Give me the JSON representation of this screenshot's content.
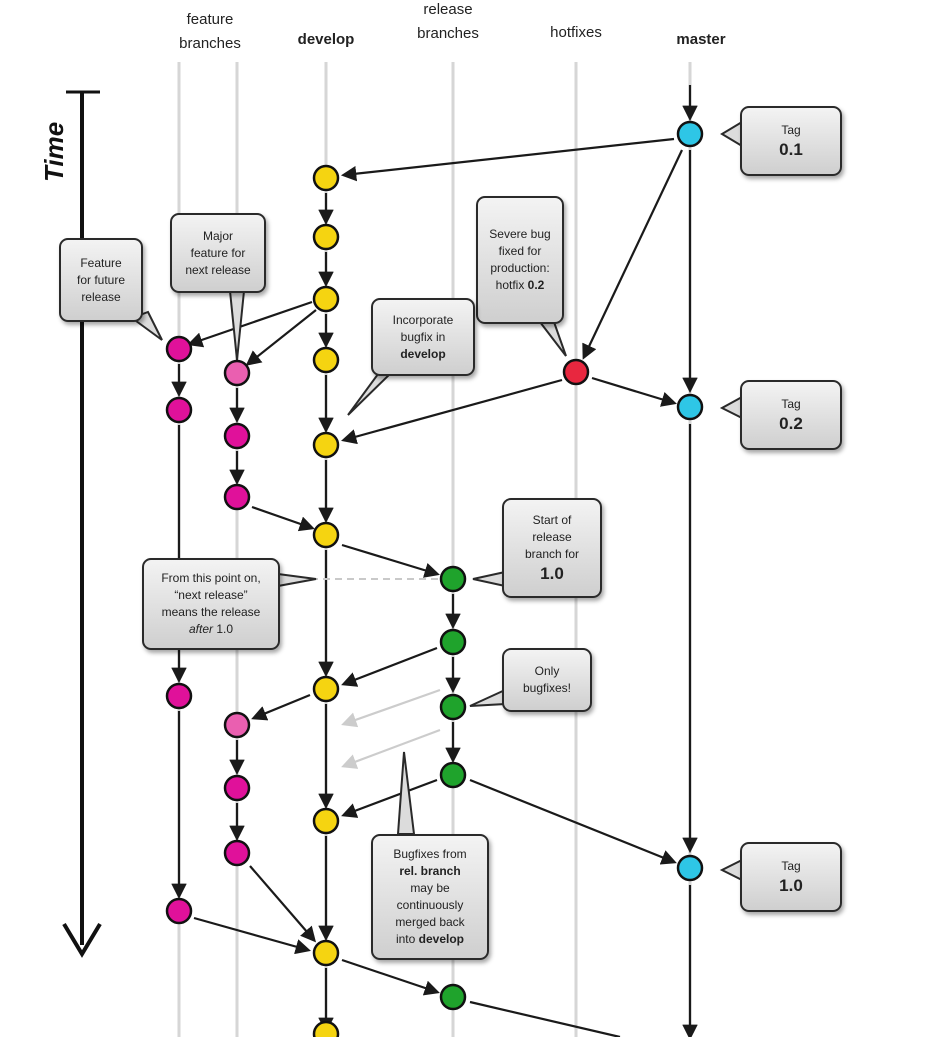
{
  "columns": {
    "feature": [
      "feature",
      "branches"
    ],
    "develop": "develop",
    "release": [
      "release",
      "branches"
    ],
    "hotfixes": "hotfixes",
    "master": "master"
  },
  "time_label": "Time",
  "callouts": {
    "tag_01": {
      "line1": "Tag",
      "line2": "0.1"
    },
    "tag_02": {
      "line1": "Tag",
      "line2": "0.2"
    },
    "tag_10": {
      "line1": "Tag",
      "line2": "1.0"
    },
    "feature_future": {
      "l1": "Feature",
      "l2": "for future",
      "l3": "release"
    },
    "major_feature": {
      "l1": "Major",
      "l2": "feature for",
      "l3": "next release"
    },
    "severe_bug": {
      "l1": "Severe bug",
      "l2": "fixed for",
      "l3": "production:",
      "l4a": "hotfix ",
      "l4b": "0.2"
    },
    "incorporate": {
      "l1": "Incorporate",
      "l2": "bugfix in",
      "l3": "develop"
    },
    "start_release": {
      "l1": "Start of",
      "l2": "release",
      "l3": "branch for",
      "l4": "1.0"
    },
    "next_release": {
      "l1": "From this point on,",
      "l2": "“next release”",
      "l3": "means the release",
      "l4a": "after",
      "l4b": " 1.0"
    },
    "only_bugfixes": {
      "l1": "Only",
      "l2": "bugfixes!"
    },
    "bugfixes_merged": {
      "l1": "Bugfixes from",
      "l2": "rel. branch",
      "l3": "may be",
      "l4": "continuously",
      "l5": "merged back",
      "l6a": "into ",
      "l6b": "develop"
    }
  },
  "colors": {
    "develop": "#f5d411",
    "feature": "#e0119a",
    "feature_light": "#ea5fb0",
    "release": "#1fa32c",
    "hotfix": "#e8273f",
    "master": "#2ec6e6",
    "arrow": "#1a1a1a",
    "faded_arrow": "#cccccc",
    "lane": "#d6d6d6"
  }
}
